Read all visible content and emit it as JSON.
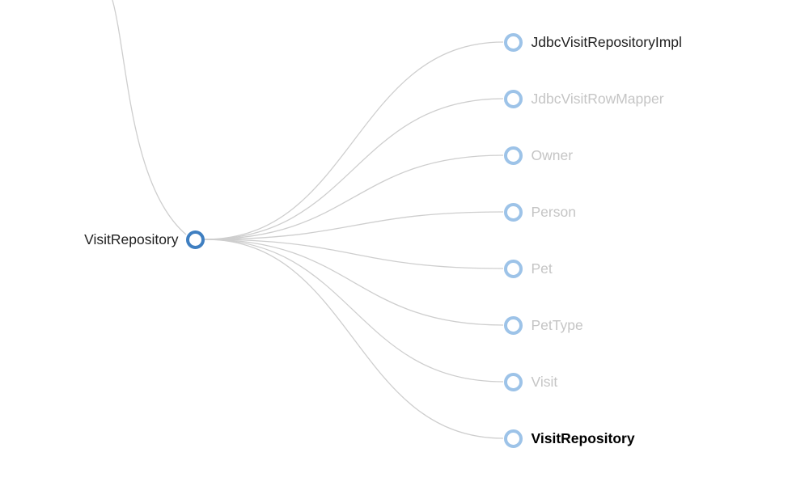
{
  "diagram": {
    "root": {
      "label": "VisitRepository"
    },
    "children": [
      {
        "label": "JdbcVisitRepositoryImpl",
        "emphasis": "dark"
      },
      {
        "label": "JdbcVisitRowMapper",
        "emphasis": "dim"
      },
      {
        "label": "Owner",
        "emphasis": "dim"
      },
      {
        "label": "Person",
        "emphasis": "dim"
      },
      {
        "label": "Pet",
        "emphasis": "dim"
      },
      {
        "label": "PetType",
        "emphasis": "dim"
      },
      {
        "label": "Visit",
        "emphasis": "dim"
      },
      {
        "label": "VisitRepository",
        "emphasis": "bold"
      }
    ]
  },
  "colors": {
    "root_ring": "#3f7fc1",
    "child_ring": "#9dc3e8",
    "link": "#cecece",
    "dark_text": "#1f1f1f",
    "dim_text": "#c5c5c5",
    "bold_text": "#000000",
    "background": "#ffffff"
  }
}
